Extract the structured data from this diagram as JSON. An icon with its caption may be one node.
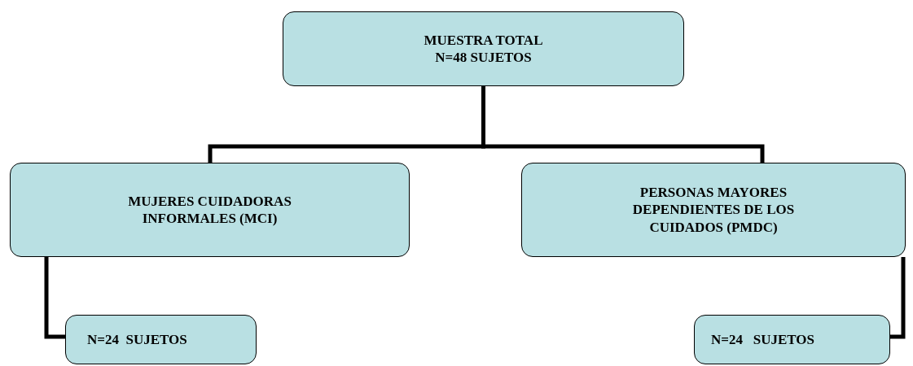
{
  "diagram": {
    "nodes": [
      {
        "text": [
          "MUESTRA TOTAL N=48 SUJETOS"
        ]
      },
      {
        "text": [
          "MUJERES CUIDADORAS INFORMALES (MCI)"
        ]
      },
      {
        "text": [
          "PERSONAS MAYORES DEPENDIENTES DE LOS CUIDADOS (PMDC)"
        ]
      },
      {
        "text": [
          "N=24  SUJETOS"
        ]
      },
      {
        "text": [
          "N=24   SUJETOS"
        ]
      }
    ],
    "edges": [
      {
        "from": 0,
        "to": 1,
        "arrow": "none"
      },
      {
        "from": 0,
        "to": 2,
        "arrow": "none"
      },
      {
        "from": 1,
        "to": 3,
        "arrow": "none"
      },
      {
        "from": 2,
        "to": 4,
        "arrow": "none"
      }
    ]
  }
}
